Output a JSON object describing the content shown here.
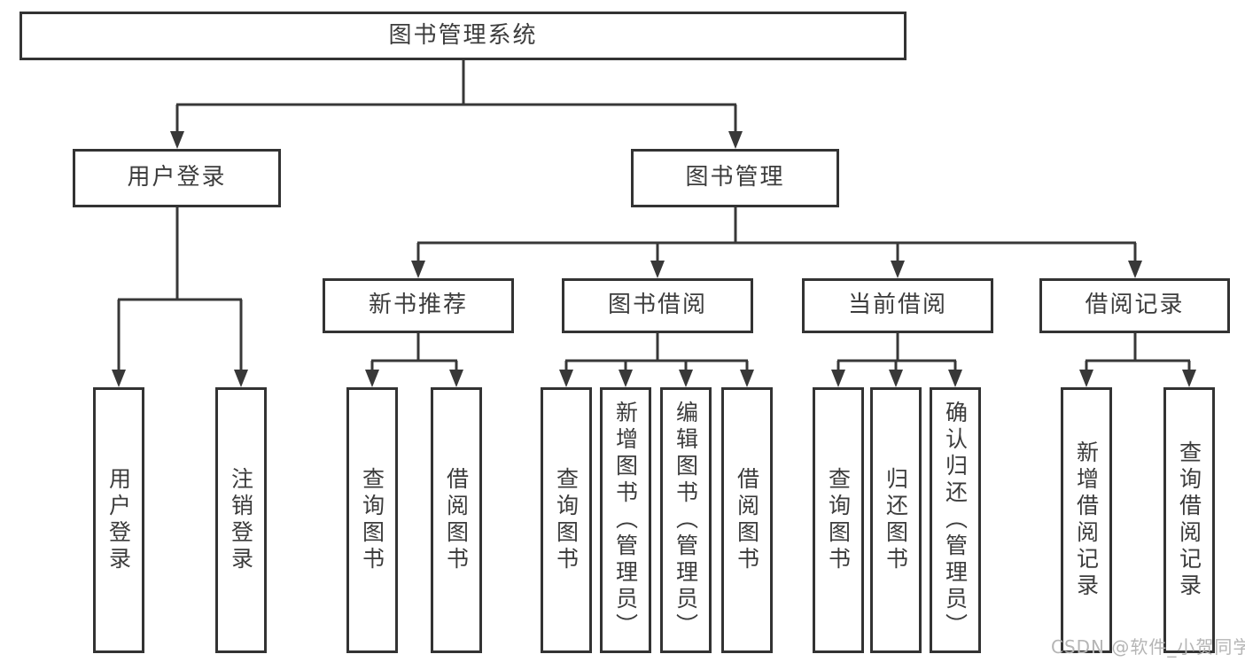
{
  "tree": {
    "label": "图书管理系统",
    "children": [
      {
        "label": "用户登录",
        "children": [
          {
            "label": "用户登录"
          },
          {
            "label": "注销登录"
          }
        ]
      },
      {
        "label": "图书管理",
        "children": [
          {
            "label": "新书推荐",
            "children": [
              {
                "label": "查询图书"
              },
              {
                "label": "借阅图书"
              }
            ]
          },
          {
            "label": "图书借阅",
            "children": [
              {
                "label": "查询图书"
              },
              {
                "label": "新增图书（管理员）"
              },
              {
                "label": "编辑图书（管理员）"
              },
              {
                "label": "借阅图书"
              }
            ]
          },
          {
            "label": "当前借阅",
            "children": [
              {
                "label": "查询图书"
              },
              {
                "label": "归还图书"
              },
              {
                "label": "确认归还（管理员）"
              }
            ]
          },
          {
            "label": "借阅记录",
            "children": [
              {
                "label": "新增借阅记录"
              },
              {
                "label": "查询借阅记录"
              }
            ]
          }
        ]
      }
    ]
  },
  "watermark": "CSDN @软件_小贺同学",
  "colors": {
    "line": "#383838",
    "border": "#333333",
    "text": "#3c3c3c",
    "watermark": "#b5b5b5",
    "background": "#ffffff"
  }
}
